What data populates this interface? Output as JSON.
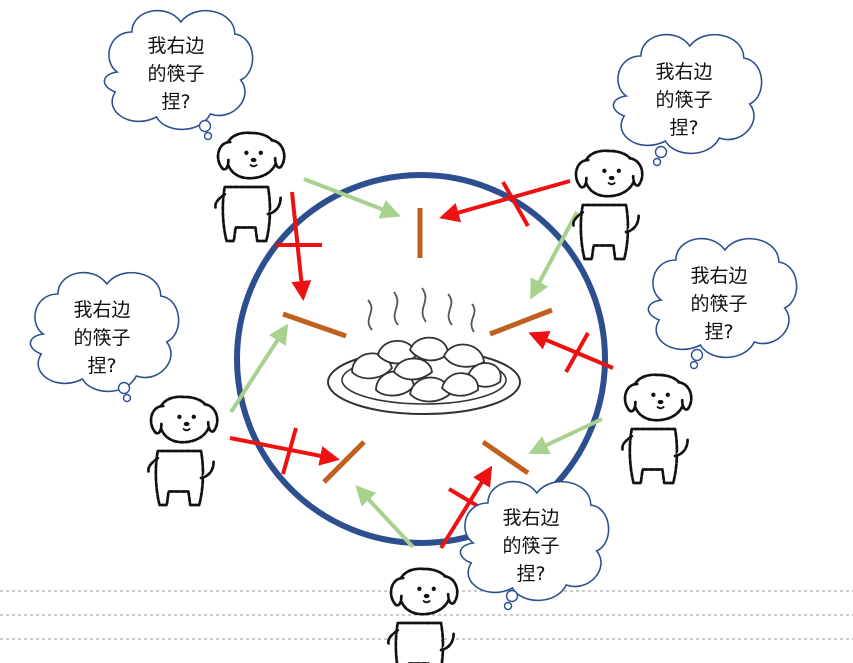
{
  "thought_bubbles": [
    {
      "id": "top-left",
      "lines": [
        "我右边",
        "的筷子",
        "捏?"
      ]
    },
    {
      "id": "top-right",
      "lines": [
        "我右边",
        "的筷子",
        "捏?"
      ]
    },
    {
      "id": "middle-left",
      "lines": [
        "我右边",
        "的筷子",
        "捏?"
      ]
    },
    {
      "id": "middle-right",
      "lines": [
        "我右边",
        "的筷子",
        "捏?"
      ]
    },
    {
      "id": "bottom",
      "lines": [
        "我右边",
        "的筷子",
        "捏?"
      ]
    }
  ],
  "colors": {
    "table_circle": "#2E4F8F",
    "chopstick": "#C0601E",
    "allowed_arrow": "#A9D18E",
    "blocked_arrow": "#EE1111",
    "outline": "#111111",
    "dashed_lines": "#9A9A9A"
  },
  "icons": [
    "dog-icon",
    "dumpling-plate-icon",
    "steam-icon",
    "thought-bubble-icon",
    "chopstick-icon"
  ]
}
